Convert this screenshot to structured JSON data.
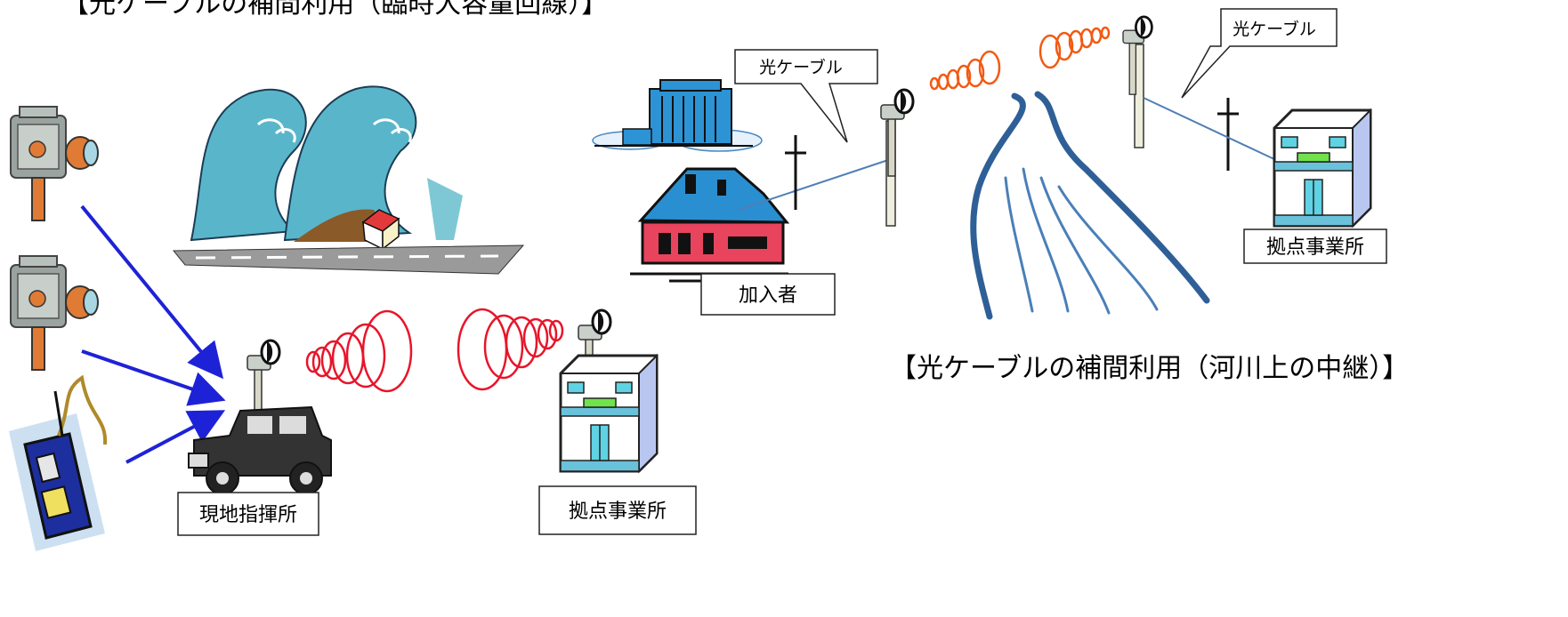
{
  "left_title": "【光ケーブルの補間利用（臨時大容量回線）】",
  "right_title": "【光ケーブルの補間利用（河川上の中継）】",
  "labels": {
    "field_command": "現地指揮所",
    "base_office_left": "拠点事業所",
    "base_office_right": "拠点事業所",
    "subscriber": "加入者",
    "optical_cable_1": "光ケーブル",
    "optical_cable_2": "光ケーブル"
  },
  "colors": {
    "arrow": "#1e22d6",
    "wave_red": "#e8152a",
    "wave_orange": "#f25a12",
    "river": "#2f5f97",
    "cable_line": "#4f7fb5",
    "house_roof": "#2a8fd0",
    "house_wall": "#e8445e",
    "tsunami": "#55b6cc"
  }
}
